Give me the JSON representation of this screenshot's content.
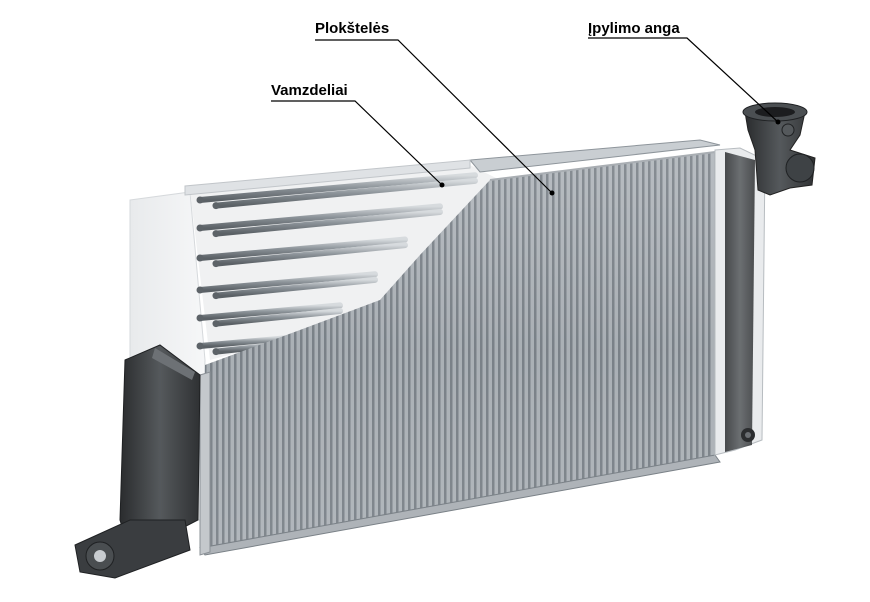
{
  "labels": {
    "fins": "Plokštelės",
    "tubes": "Vamzdeliai",
    "filler_neck": "Įpylimo anga"
  },
  "colors": {
    "tank": "#3a3d40",
    "core": "#9aa0a6",
    "fin_stripe": "#6f767d",
    "frame": "#c9ced2",
    "background": "#ffffff",
    "leader_line": "#000000"
  }
}
